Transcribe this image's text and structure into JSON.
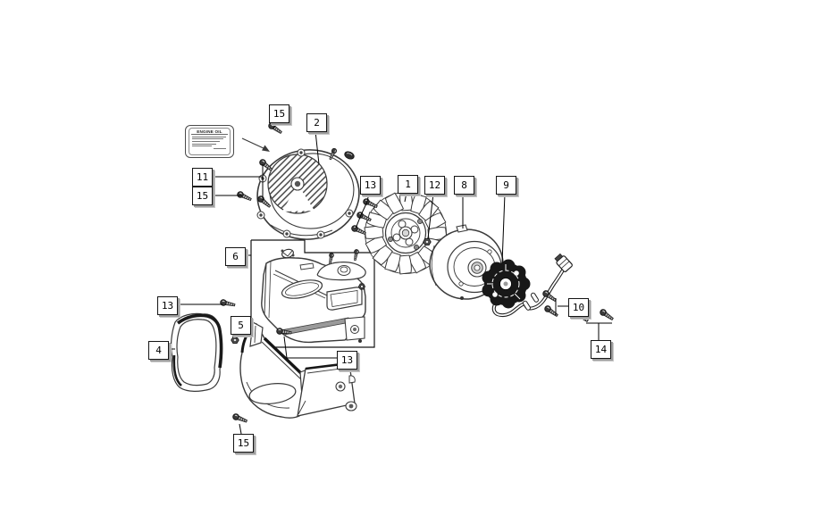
{
  "page": {
    "background": "#ffffff",
    "line_color": "#3a3a3a",
    "dark_line_color": "#141414",
    "callout_shadow": "#9e9e9e"
  },
  "oil_label": {
    "title": "ENGINE OIL"
  },
  "diagram": {
    "callouts": [
      {
        "label": "15"
      },
      {
        "label": "2"
      },
      {
        "label": "11"
      },
      {
        "label": "15"
      },
      {
        "label": "13"
      },
      {
        "label": "1"
      },
      {
        "label": "12"
      },
      {
        "label": "8"
      },
      {
        "label": "9"
      },
      {
        "label": "6"
      },
      {
        "label": "13"
      },
      {
        "label": "5"
      },
      {
        "label": "4"
      },
      {
        "label": "13"
      },
      {
        "label": "10"
      },
      {
        "label": "14"
      },
      {
        "label": "15"
      }
    ]
  }
}
